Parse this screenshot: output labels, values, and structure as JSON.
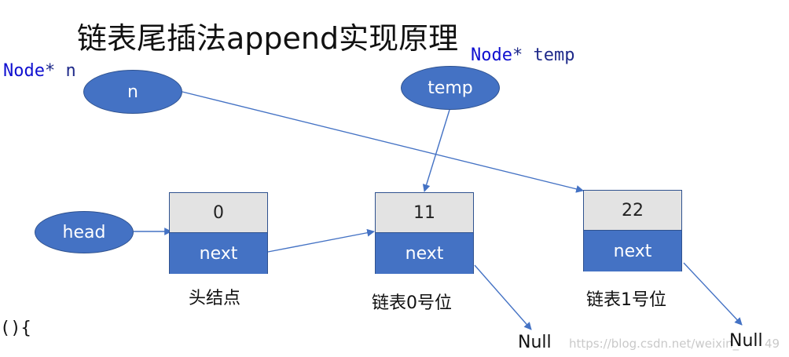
{
  "title": "链表尾插法append实现原理",
  "code_labels": {
    "node_n": {
      "type": "Node",
      "rest": "* n"
    },
    "node_temp": {
      "type": "Node",
      "rest": "* temp"
    },
    "func": "(){"
  },
  "ellipses": {
    "n": "n",
    "temp": "temp",
    "head": "head"
  },
  "nodes": [
    {
      "value": "0",
      "next": "next",
      "caption": "头结点"
    },
    {
      "value": "11",
      "next": "next",
      "caption": "链表0号位"
    },
    {
      "value": "22",
      "next": "next",
      "caption": "链表1号位"
    }
  ],
  "nulls": [
    "Null",
    "Null"
  ],
  "watermark": "https://blog.csdn.net/weixin_",
  "watermark_tail": "49",
  "colors": {
    "node_blue": "#4472c4",
    "node_gray": "#e3e3e3",
    "arrow": "#4472c4"
  }
}
